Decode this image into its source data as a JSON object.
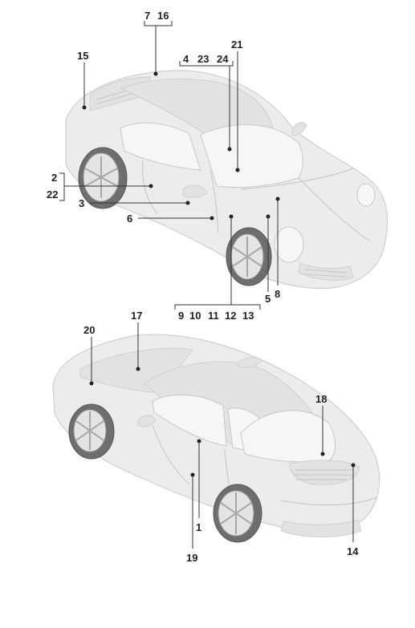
{
  "callouts": {
    "c7": "7",
    "c16": "16",
    "c15": "15",
    "c4": "4",
    "c23": "23",
    "c24": "24",
    "c21": "21",
    "c2": "2",
    "c22": "22",
    "c3": "3",
    "c6": "6",
    "c5": "5",
    "c8": "8",
    "c9": "9",
    "c10": "10",
    "c11": "11",
    "c12": "12",
    "c13": "13",
    "c17": "17",
    "c20": "20",
    "c18": "18",
    "c1": "1",
    "c19": "19",
    "c14": "14"
  }
}
